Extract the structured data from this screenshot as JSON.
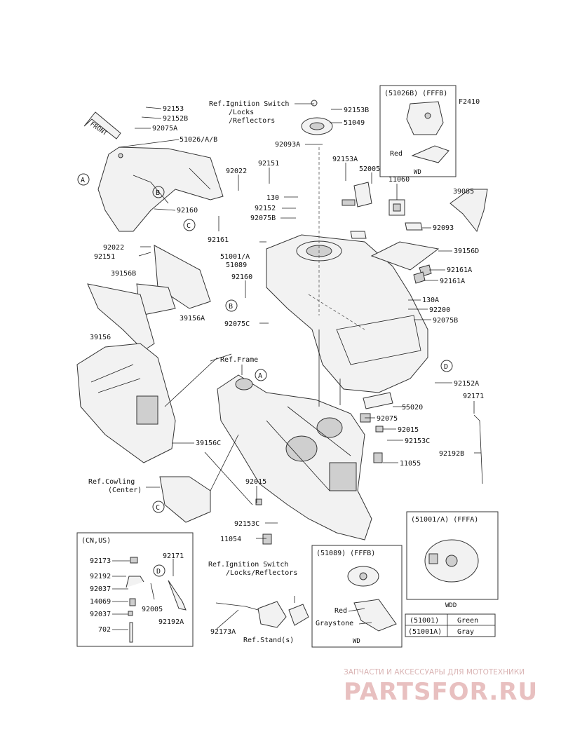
{
  "front_label": "FRONT",
  "callout_letters": [
    "A",
    "B",
    "C",
    "D"
  ],
  "labels": {
    "p92153_top": "92153",
    "p92152B_top": "92152B",
    "p92075A": "92075A",
    "p51026": "51026/A/B",
    "p92022_a": "92022",
    "p92151_a": "92151",
    "p130": "130",
    "p92152": "92152",
    "p92075B_a": "92075B",
    "p92160_a": "92160",
    "p92161": "92161",
    "p92022_b": "92022",
    "p92151_b": "92151",
    "p39156B": "39156B",
    "p39156A": "39156A",
    "p39156": "39156",
    "p51001": "51001/A",
    "p51089": "51089",
    "p92160_b": "92160",
    "p92075C": "92075C",
    "ref_ign_1a": "Ref.Ignition Switch",
    "ref_ign_1b": "/Locks",
    "ref_ign_1c": "/Reflectors",
    "p92153B": "92153B",
    "p51049": "51049",
    "p92093A": "92093A",
    "p92153A": "92153A",
    "p52005": "52005",
    "p11060": "11060",
    "p39085": "39085",
    "p92093": "92093",
    "p39156D": "39156D",
    "p92161A_1": "92161A",
    "p92161A_2": "92161A",
    "p130A": "130A",
    "p92200": "92200",
    "p92075B_b": "92075B",
    "p92152A": "92152A",
    "p92171_a": "92171",
    "ref_frame": "Ref.Frame",
    "p55020": "55020",
    "p92075": "92075",
    "p92015_a": "92015",
    "p92153C_a": "92153C",
    "p11055": "11055",
    "p92192B": "92192B",
    "p39156C": "39156C",
    "ref_cowl_a": "Ref.Cowling",
    "ref_cowl_b": "(Center)",
    "p92015_b": "92015",
    "p92153C_b": "92153C",
    "p11054": "11054",
    "ref_ign_2a": "Ref.Ignition Switch",
    "ref_ign_2b": "/Locks/Reflectors",
    "p92173A": "92173A",
    "ref_stand": "Ref.Stand(s)",
    "cnus": "(CN,US)",
    "k92173": "92173",
    "k92171": "92171",
    "k92192": "92192",
    "k92037_a": "92037",
    "k92005": "92005",
    "k14069": "14069",
    "k92037_b": "92037",
    "k92192A": "92192A",
    "k702": "702"
  },
  "inset_51026": {
    "head": "(51026B)  (FFFB)",
    "code": "F2410",
    "red": "Red",
    "wd": "WD"
  },
  "inset_51089": {
    "head": "(51089)      (FFFB)",
    "red": "Red",
    "graystone": "Graystone",
    "wd": "WD"
  },
  "inset_51001": {
    "head": "(51001/A)     (FFFA)",
    "wdd": "WDD"
  },
  "color_table": [
    {
      "code": "(51001)",
      "color": "Green"
    },
    {
      "code": "(51001A)",
      "color": "Gray"
    }
  ],
  "watermark": {
    "line1": "ЗАПЧАСТИ И АКСЕССУАРЫ ДЛЯ МОТОТЕХНИКИ",
    "line2": "PARTSFOR.RU"
  },
  "colors": {
    "line": "#222222",
    "watermark": "#d9b3b3",
    "background": "#ffffff"
  }
}
